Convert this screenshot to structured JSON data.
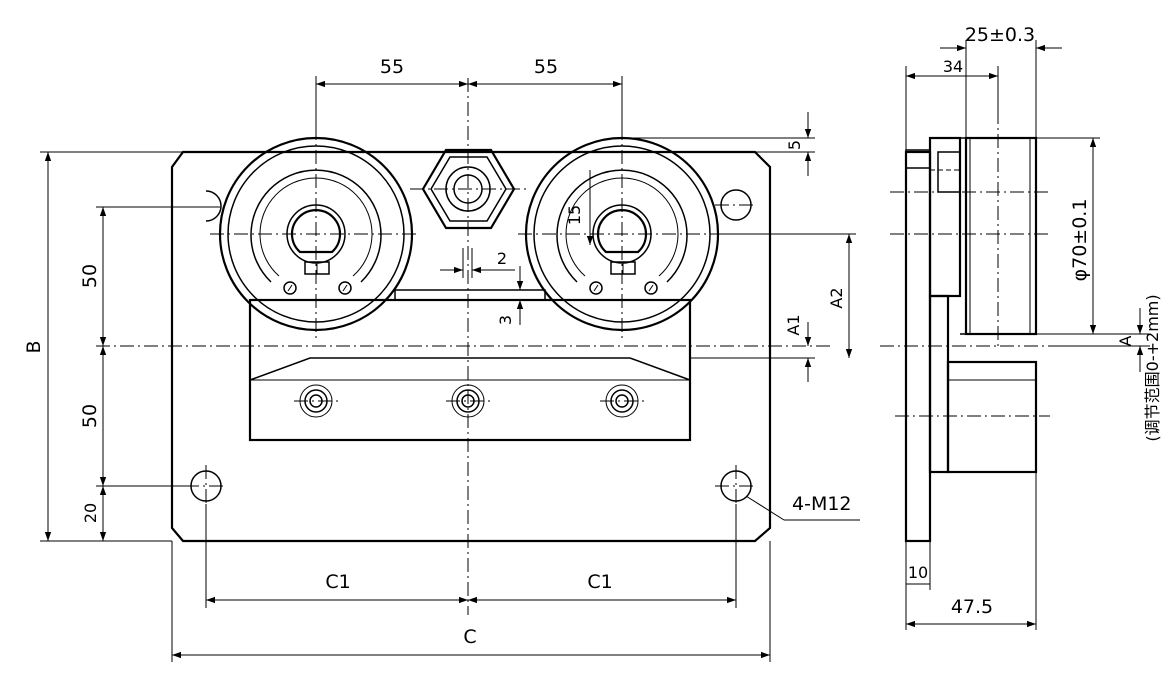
{
  "front_view": {
    "dimensions": {
      "roller_spacing_left": "55",
      "roller_spacing_right": "55",
      "top_offset": "5",
      "angle_slot": "15",
      "gap_2": "2",
      "gap_3": "3",
      "vert_50_upper": "50",
      "vert_50_lower": "50",
      "vert_20": "20",
      "overall_height": "B",
      "a1": "A1",
      "a2": "A2",
      "hole_spacing_left": "C1",
      "hole_spacing_right": "C1",
      "overall_width": "C"
    },
    "callouts": {
      "mount_holes": "4-M12"
    }
  },
  "side_view": {
    "dimensions": {
      "roller_width": "25±0.3",
      "offset_34": "34",
      "roller_diameter": "φ70±0.1",
      "base_thickness": "10",
      "overall_depth": "47.5",
      "adjust_a": "A"
    },
    "notes": {
      "adjust_range": "(调节范围0-+2mm)"
    }
  }
}
